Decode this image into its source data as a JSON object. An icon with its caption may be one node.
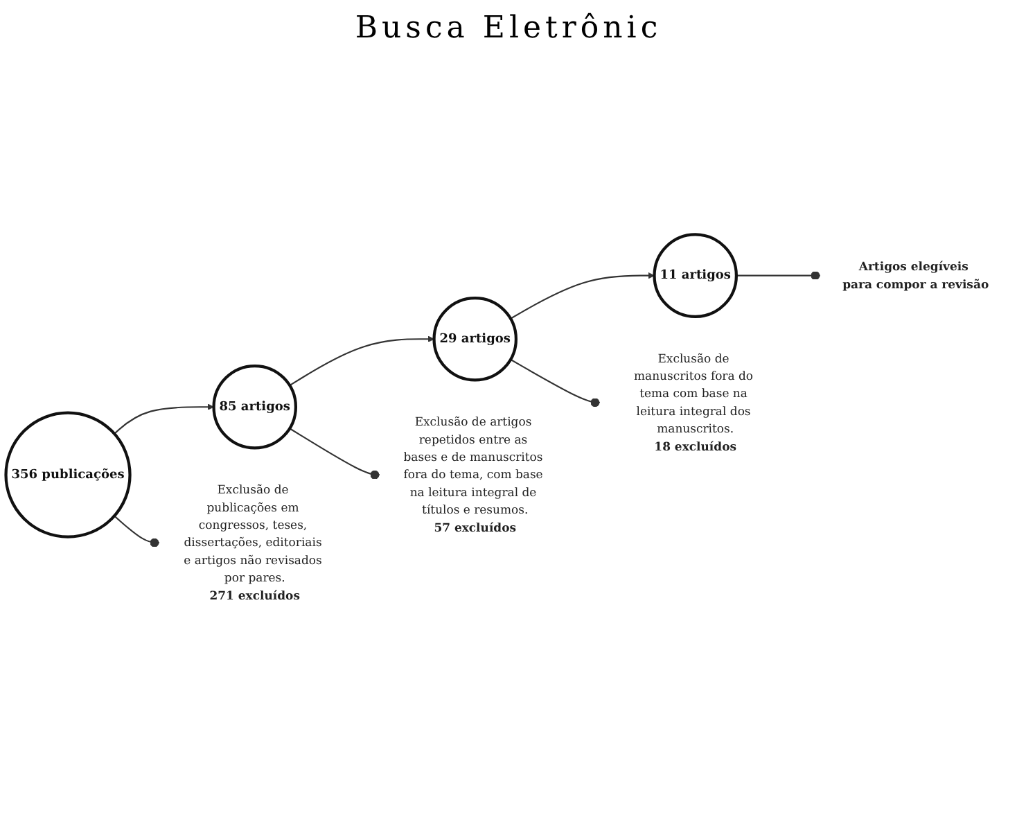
{
  "diagram": {
    "title": "Busca Eletrônic",
    "nodes": [
      {
        "text": [
          "356 publicações"
        ]
      },
      {
        "text": [
          "85 artigos"
        ]
      },
      {
        "text": [
          "29 artigos"
        ]
      },
      {
        "text": [
          "11 artigos"
        ]
      },
      {
        "text": [
          "Exclusão de publicações em congressos, teses, dissertações, editoriais e artigos não revisados por pares.",
          "271 excluídos"
        ]
      },
      {
        "text": [
          "Exclusão de artigos repetidos entre as bases e de manuscritos fora do tema, com base na leitura integral de títulos e resumos.",
          "57 excluídos"
        ]
      },
      {
        "text": [
          "Exclusão de manuscritos fora do tema com base na leitura integral dos manuscritos.",
          "18 excluídos"
        ]
      },
      {
        "text": [
          "Artigos elegíveis para compor a revisão"
        ]
      }
    ],
    "edges": [
      {
        "from": 0,
        "to": 1,
        "arrow": "to"
      },
      {
        "from": 1,
        "to": 2,
        "arrow": "to"
      },
      {
        "from": 2,
        "to": 3,
        "arrow": "to"
      },
      {
        "from": 0,
        "to": 4,
        "arrow": "other"
      },
      {
        "from": 1,
        "to": 5,
        "arrow": "other"
      },
      {
        "from": 2,
        "to": 6,
        "arrow": "other"
      },
      {
        "from": 3,
        "to": 7,
        "arrow": "other"
      }
    ]
  }
}
